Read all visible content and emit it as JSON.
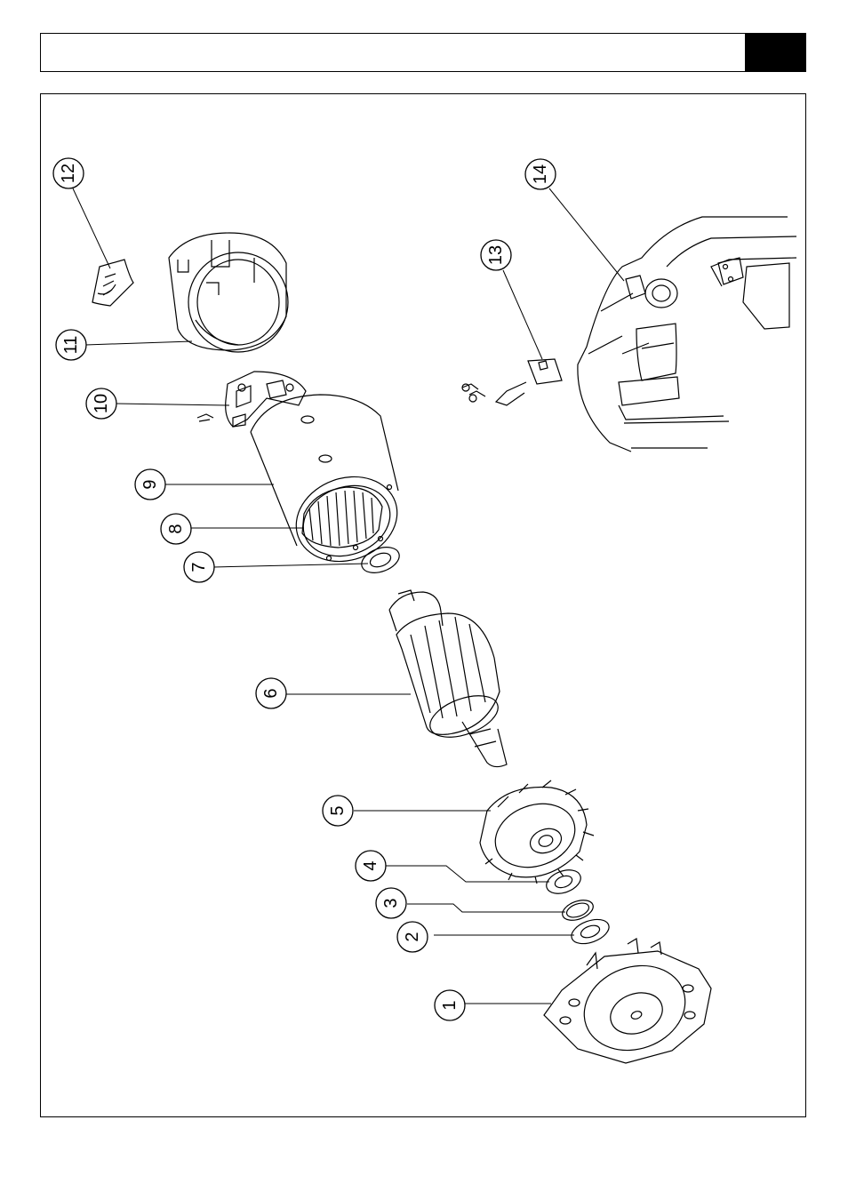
{
  "header": {
    "title": "",
    "page_block_color": "#000000"
  },
  "callouts": [
    {
      "label": "1"
    },
    {
      "label": "2"
    },
    {
      "label": "3"
    },
    {
      "label": "4"
    },
    {
      "label": "5"
    },
    {
      "label": "6"
    },
    {
      "label": "7"
    },
    {
      "label": "8"
    },
    {
      "label": "9"
    },
    {
      "label": "10"
    },
    {
      "label": "11"
    },
    {
      "label": "12"
    },
    {
      "label": "13"
    },
    {
      "label": "14"
    }
  ]
}
